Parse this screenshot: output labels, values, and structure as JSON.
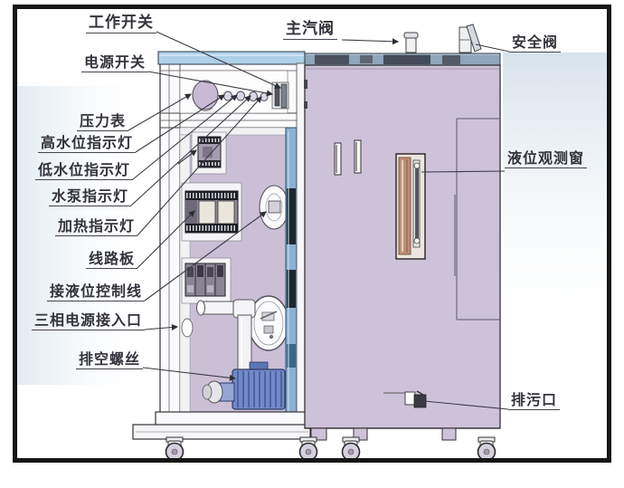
{
  "figure": {
    "type": "labeled-machine-diagram",
    "subject": "electric steam boiler / steam generator annotated parts diagram"
  },
  "labels": {
    "work_switch": "工作开关",
    "main_steam_valve": "主汽阀",
    "safety_valve": "安全阀",
    "power_switch": "电源开关",
    "pressure_gauge": "压力表",
    "high_water_indicator": "高水位指示灯",
    "low_water_indicator": "低水位指示灯",
    "pump_indicator": "水泵指示灯",
    "heating_indicator": "加热指示灯",
    "circuit_board": "线路板",
    "level_control_wire": "接液位控制线",
    "three_phase_inlet": "三相电源接入口",
    "vent_screw": "排空螺丝",
    "level_window": "液位观测窗",
    "drain_outlet": "排污口"
  },
  "colors": {
    "frame_border": "#161616",
    "panel_purple": "#cec2d9",
    "interior_purple": "#cbbfd6",
    "top_strip_blue": "#aed0e8",
    "top_band_gray": "#8fa6bb",
    "door_strip_blue": "#8ab2d6",
    "motor_blue": "#7289c8",
    "window_copper": "#bd9078",
    "leader_line": "#3a3a42"
  }
}
